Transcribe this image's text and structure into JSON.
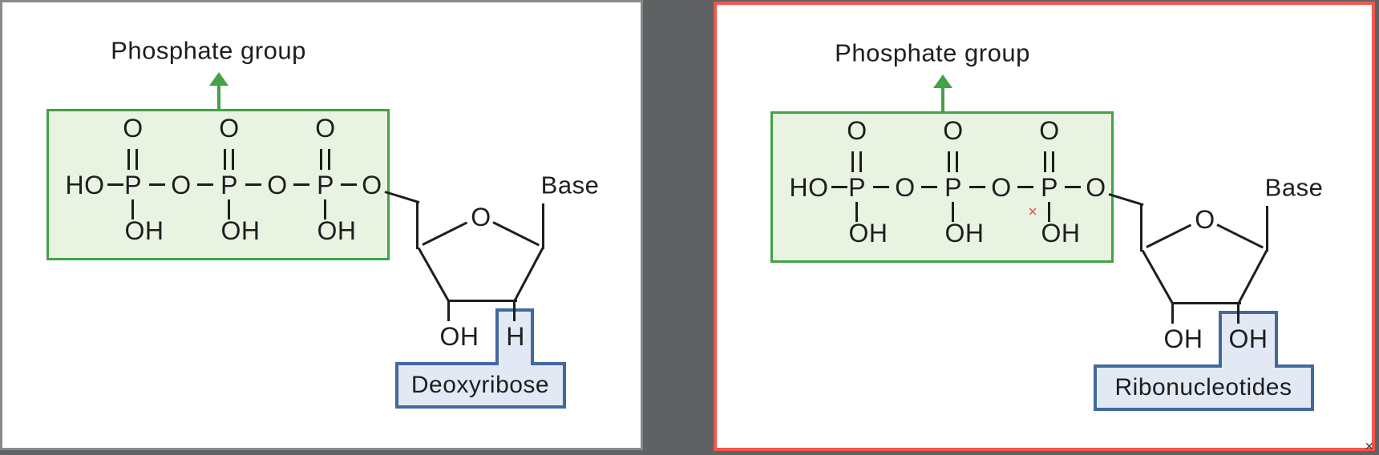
{
  "colors": {
    "canvas_background": "#606163",
    "left_panel_border": "#87898b",
    "right_panel_border": "#f2564d",
    "phosphate_box_border": "#42a245",
    "phosphate_box_fill": "#e9f3e2",
    "phosphate_arrow": "#42a245",
    "sugar_box_border": "#41699e",
    "sugar_box_fill": "#e2e9f4",
    "bond_color": "#1e1e1e"
  },
  "annotations": {
    "click_marker": "✕",
    "corner_marker": "✕"
  },
  "panels": [
    {
      "phosphate_label": "Phosphate group",
      "base_label": "Base",
      "ring_oxygen": "O",
      "c3_group": "OH",
      "c2_group": "H",
      "sugar_label": "Deoxyribose",
      "phosphate_chain": {
        "atoms": [
          "HO",
          "P",
          "O",
          "P",
          "O",
          "P",
          "O"
        ],
        "double_bond_oxygen": "O",
        "hydroxyl": "OH"
      }
    },
    {
      "phosphate_label": "Phosphate group",
      "base_label": "Base",
      "ring_oxygen": "O",
      "c3_group": "OH",
      "c2_group": "OH",
      "sugar_label": "Ribonucleotides",
      "phosphate_chain": {
        "atoms": [
          "HO",
          "P",
          "O",
          "P",
          "O",
          "P",
          "O"
        ],
        "double_bond_oxygen": "O",
        "hydroxyl": "OH"
      }
    }
  ]
}
